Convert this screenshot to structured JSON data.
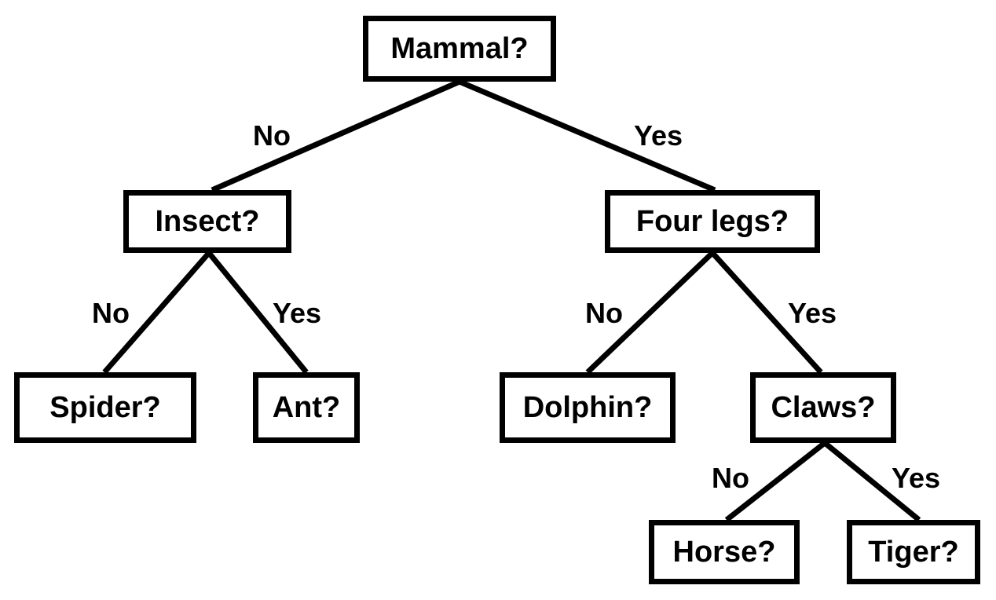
{
  "nodes": {
    "mammal": "Mammal?",
    "insect": "Insect?",
    "four_legs": "Four legs?",
    "spider": "Spider?",
    "ant": "Ant?",
    "dolphin": "Dolphin?",
    "claws": "Claws?",
    "horse": "Horse?",
    "tiger": "Tiger?"
  },
  "edge_labels": {
    "mammal_no": "No",
    "mammal_yes": "Yes",
    "insect_no": "No",
    "insect_yes": "Yes",
    "four_legs_no": "No",
    "four_legs_yes": "Yes",
    "claws_no": "No",
    "claws_yes": "Yes"
  },
  "colors": {
    "line": "#000000",
    "background": "#ffffff"
  }
}
